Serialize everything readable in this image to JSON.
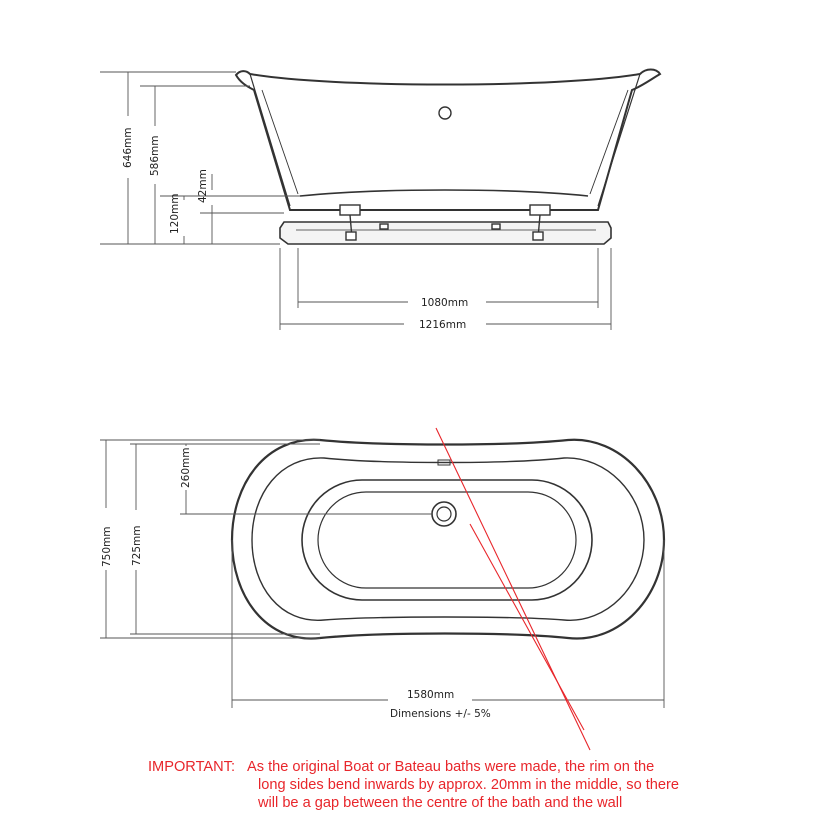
{
  "side_view": {
    "height_total": "646mm",
    "height_inner": "586mm",
    "height_plinth": "120mm",
    "height_feet": "42mm",
    "width_inner": "1080mm",
    "width_outer": "1216mm"
  },
  "top_view": {
    "width_outer": "750mm",
    "width_inner": "725mm",
    "waste_offset": "260mm",
    "length": "1580mm",
    "tolerance": "Dimensions +/- 5%"
  },
  "note": {
    "lead": "IMPORTANT:",
    "line1": "As the original Boat or Bateau baths were made, the rim on the",
    "line2": "long sides bend inwards by approx. 20mm in the middle, so there",
    "line3": "will be a gap between the centre of the bath and the wall",
    "color": "#e8262b"
  }
}
